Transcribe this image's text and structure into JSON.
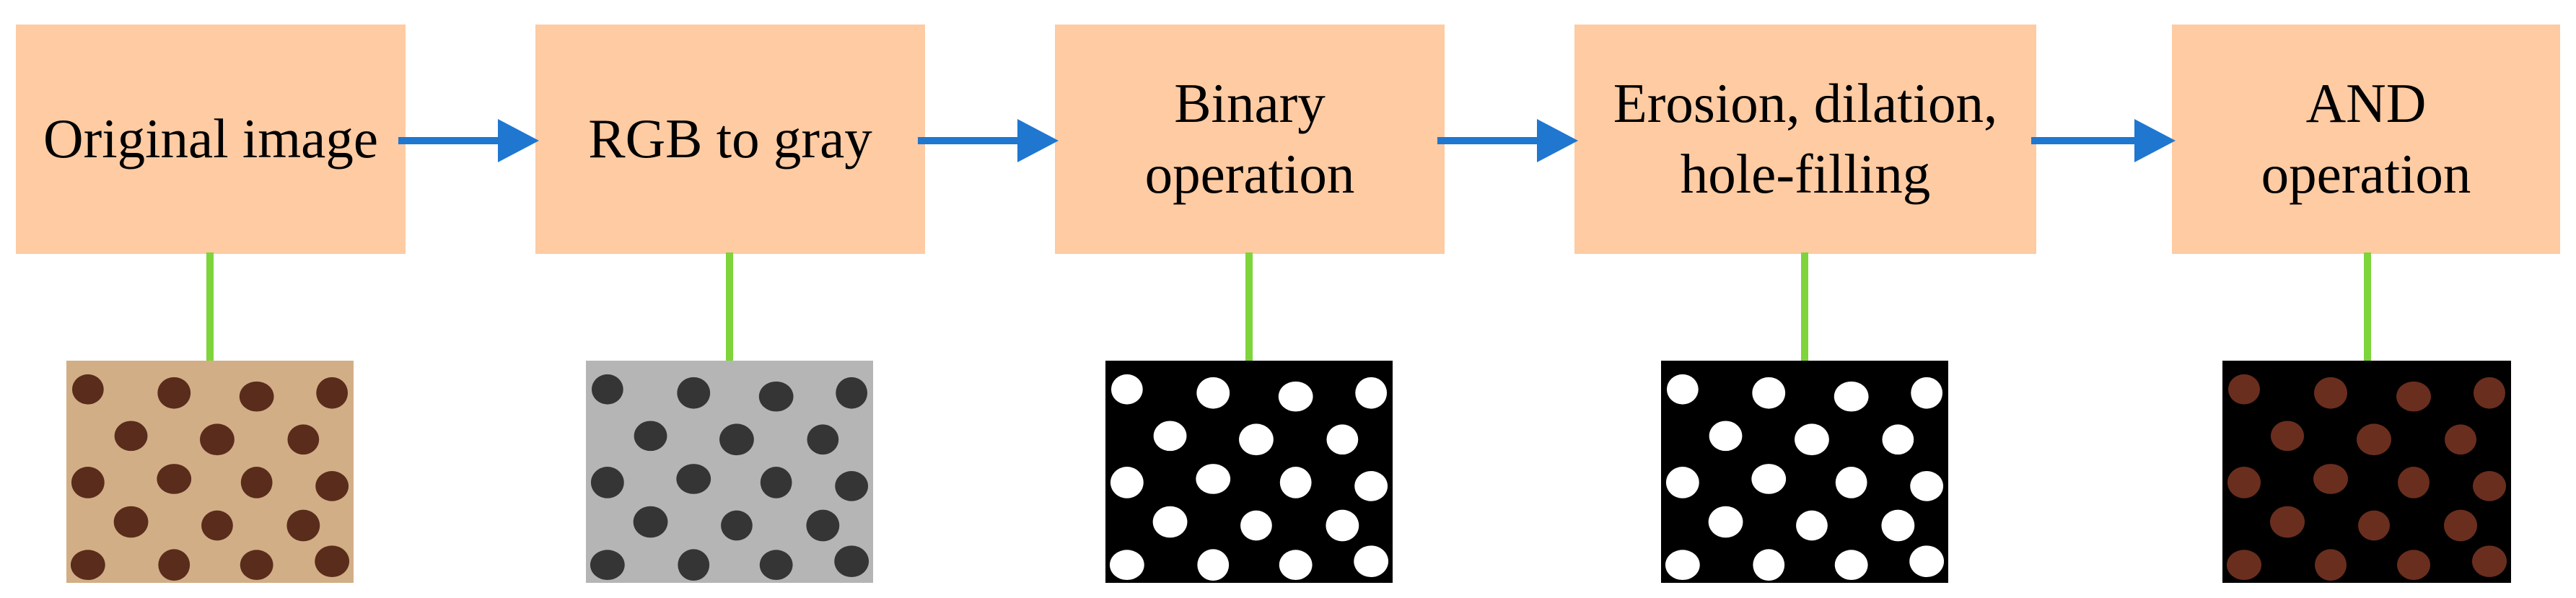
{
  "steps": [
    {
      "lines": [
        "Original image"
      ]
    },
    {
      "lines": [
        "RGB to gray"
      ]
    },
    {
      "lines": [
        "Binary",
        "operation"
      ]
    },
    {
      "lines": [
        "Erosion, dilation,",
        "hole-filling"
      ]
    },
    {
      "lines": [
        "AND",
        "operation"
      ]
    }
  ],
  "images": [
    {
      "name": "original",
      "background": "#d2ae86",
      "dot_color": "#5a2c1c"
    },
    {
      "name": "gray",
      "background": "#b5b5b5",
      "dot_color": "#353535"
    },
    {
      "name": "binary",
      "background": "#000000",
      "dot_color": "#ffffff"
    },
    {
      "name": "morphology",
      "background": "#000000",
      "dot_color": "#ffffff"
    },
    {
      "name": "and-result",
      "background": "#000000",
      "dot_color": "#6a2e1e"
    }
  ],
  "colors": {
    "box_fill": "#fecba3",
    "arrow": "#1f77d0",
    "connector": "#7ed43b"
  }
}
